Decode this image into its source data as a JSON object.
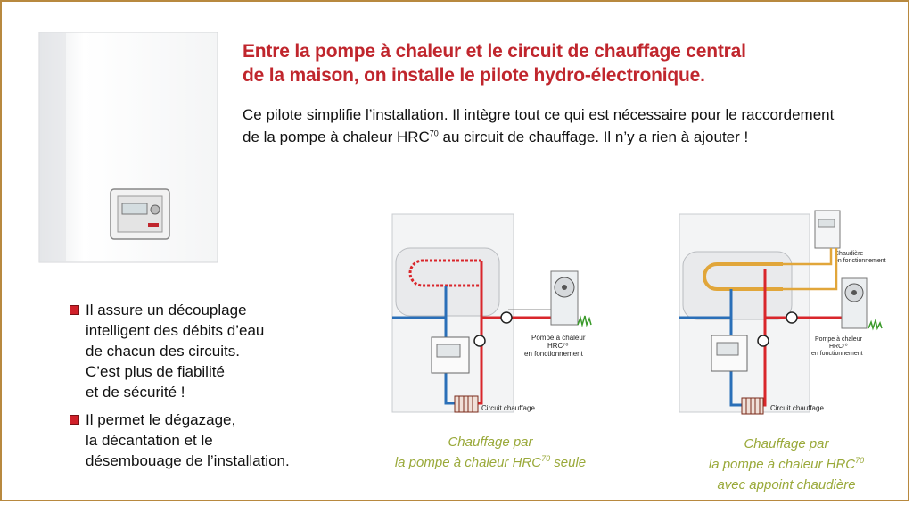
{
  "title": {
    "line1": "Entre la pompe à chaleur et le circuit de chauffage central",
    "line2": "de la maison, on installe le pilote hydro-électronique."
  },
  "intro": {
    "line1": "Ce pilote simplifie l’installation. Il intègre tout ce qui est nécessaire pour le raccordement",
    "line2_prefix": "de la pompe à chaleur HRC",
    "line2_sup": "70",
    "line2_suffix": " au circuit de chauffage. Il n’y a rien à ajouter !"
  },
  "bullets": [
    {
      "lines": [
        "Il assure un découplage",
        "intelligent des débits d’eau",
        "de chacun des circuits.",
        "C’est plus de fiabilité",
        "et de sécurité !"
      ]
    },
    {
      "lines": [
        "Il permet le dégazage,",
        "la décantation et le",
        "désembouage de l’installation."
      ]
    }
  ],
  "diagram_left": {
    "heat_pump_label": [
      "Pompe à chaleur",
      "HRC⁷⁰",
      "en fonctionnement"
    ],
    "circuit_label": "Circuit chauffage",
    "caption": {
      "line1": "Chauffage par",
      "line2_prefix": "la pompe à chaleur HRC",
      "line2_sup": "70",
      "line2_suffix": " seule"
    }
  },
  "diagram_right": {
    "boiler_label": [
      "Chaudière",
      "en fonctionnement"
    ],
    "heat_pump_label": [
      "Pompe à chaleur",
      "HRC⁷⁰",
      "en fonctionnement"
    ],
    "circuit_label": "Circuit chauffage",
    "caption": {
      "line1": "Chauffage par",
      "line2_prefix": "la pompe à chaleur HRC",
      "line2_sup": "70",
      "line3": "avec appoint chaudière"
    }
  },
  "colors": {
    "title": "#c0262d",
    "caption": "#9aa93a",
    "hot_pipe": "#d9262b",
    "cold_pipe": "#2a6fb8",
    "boiler_pipe": "#e1a63a",
    "frame": "#b8893f"
  }
}
